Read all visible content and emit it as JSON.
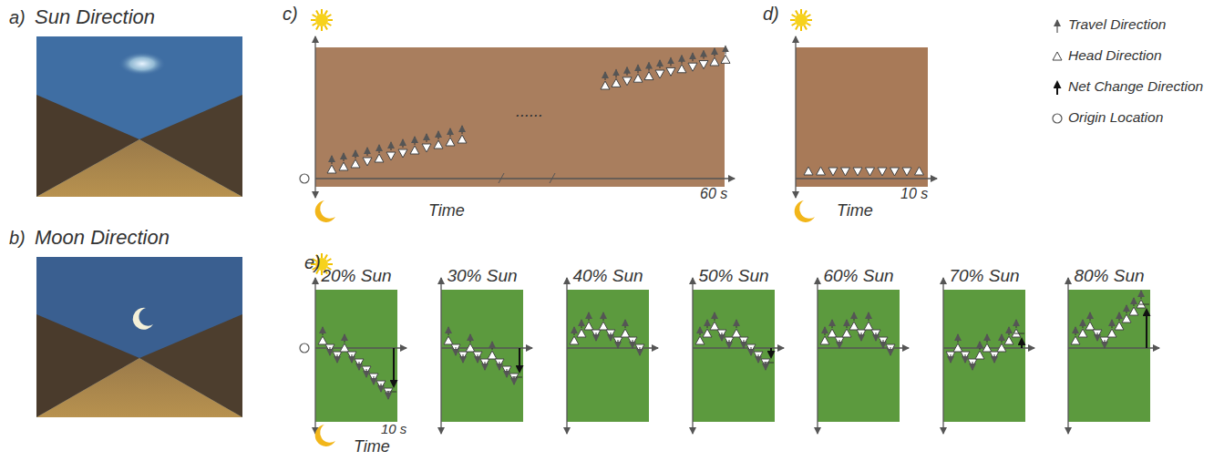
{
  "diagram": {
    "nodes": [
      {
        "text": [
          "a)",
          "Sun Direction"
        ]
      },
      {
        "text": [
          "b)",
          "Moon Direction"
        ]
      },
      {
        "text": [
          "c)"
        ]
      },
      {
        "text": [
          "d)"
        ]
      },
      {
        "text": [
          "20% Sun"
        ]
      },
      {
        "text": [
          "30% Sun"
        ]
      },
      {
        "text": [
          "40% Sun"
        ]
      },
      {
        "text": [
          "50% Sun"
        ]
      },
      {
        "text": [
          "60% Sun"
        ]
      },
      {
        "text": [
          "70% Sun"
        ]
      },
      {
        "text": [
          "80% Sun"
        ]
      }
    ],
    "labels": [
      "Time",
      "60 s",
      "......",
      "Time",
      "10 s",
      "e)",
      "10 s",
      "Time"
    ],
    "legend": [
      {
        "text": "Travel Direction"
      },
      {
        "text": "Head Direction"
      },
      {
        "text": "Net Change Direction"
      },
      {
        "text": "Origin Location"
      }
    ]
  }
}
